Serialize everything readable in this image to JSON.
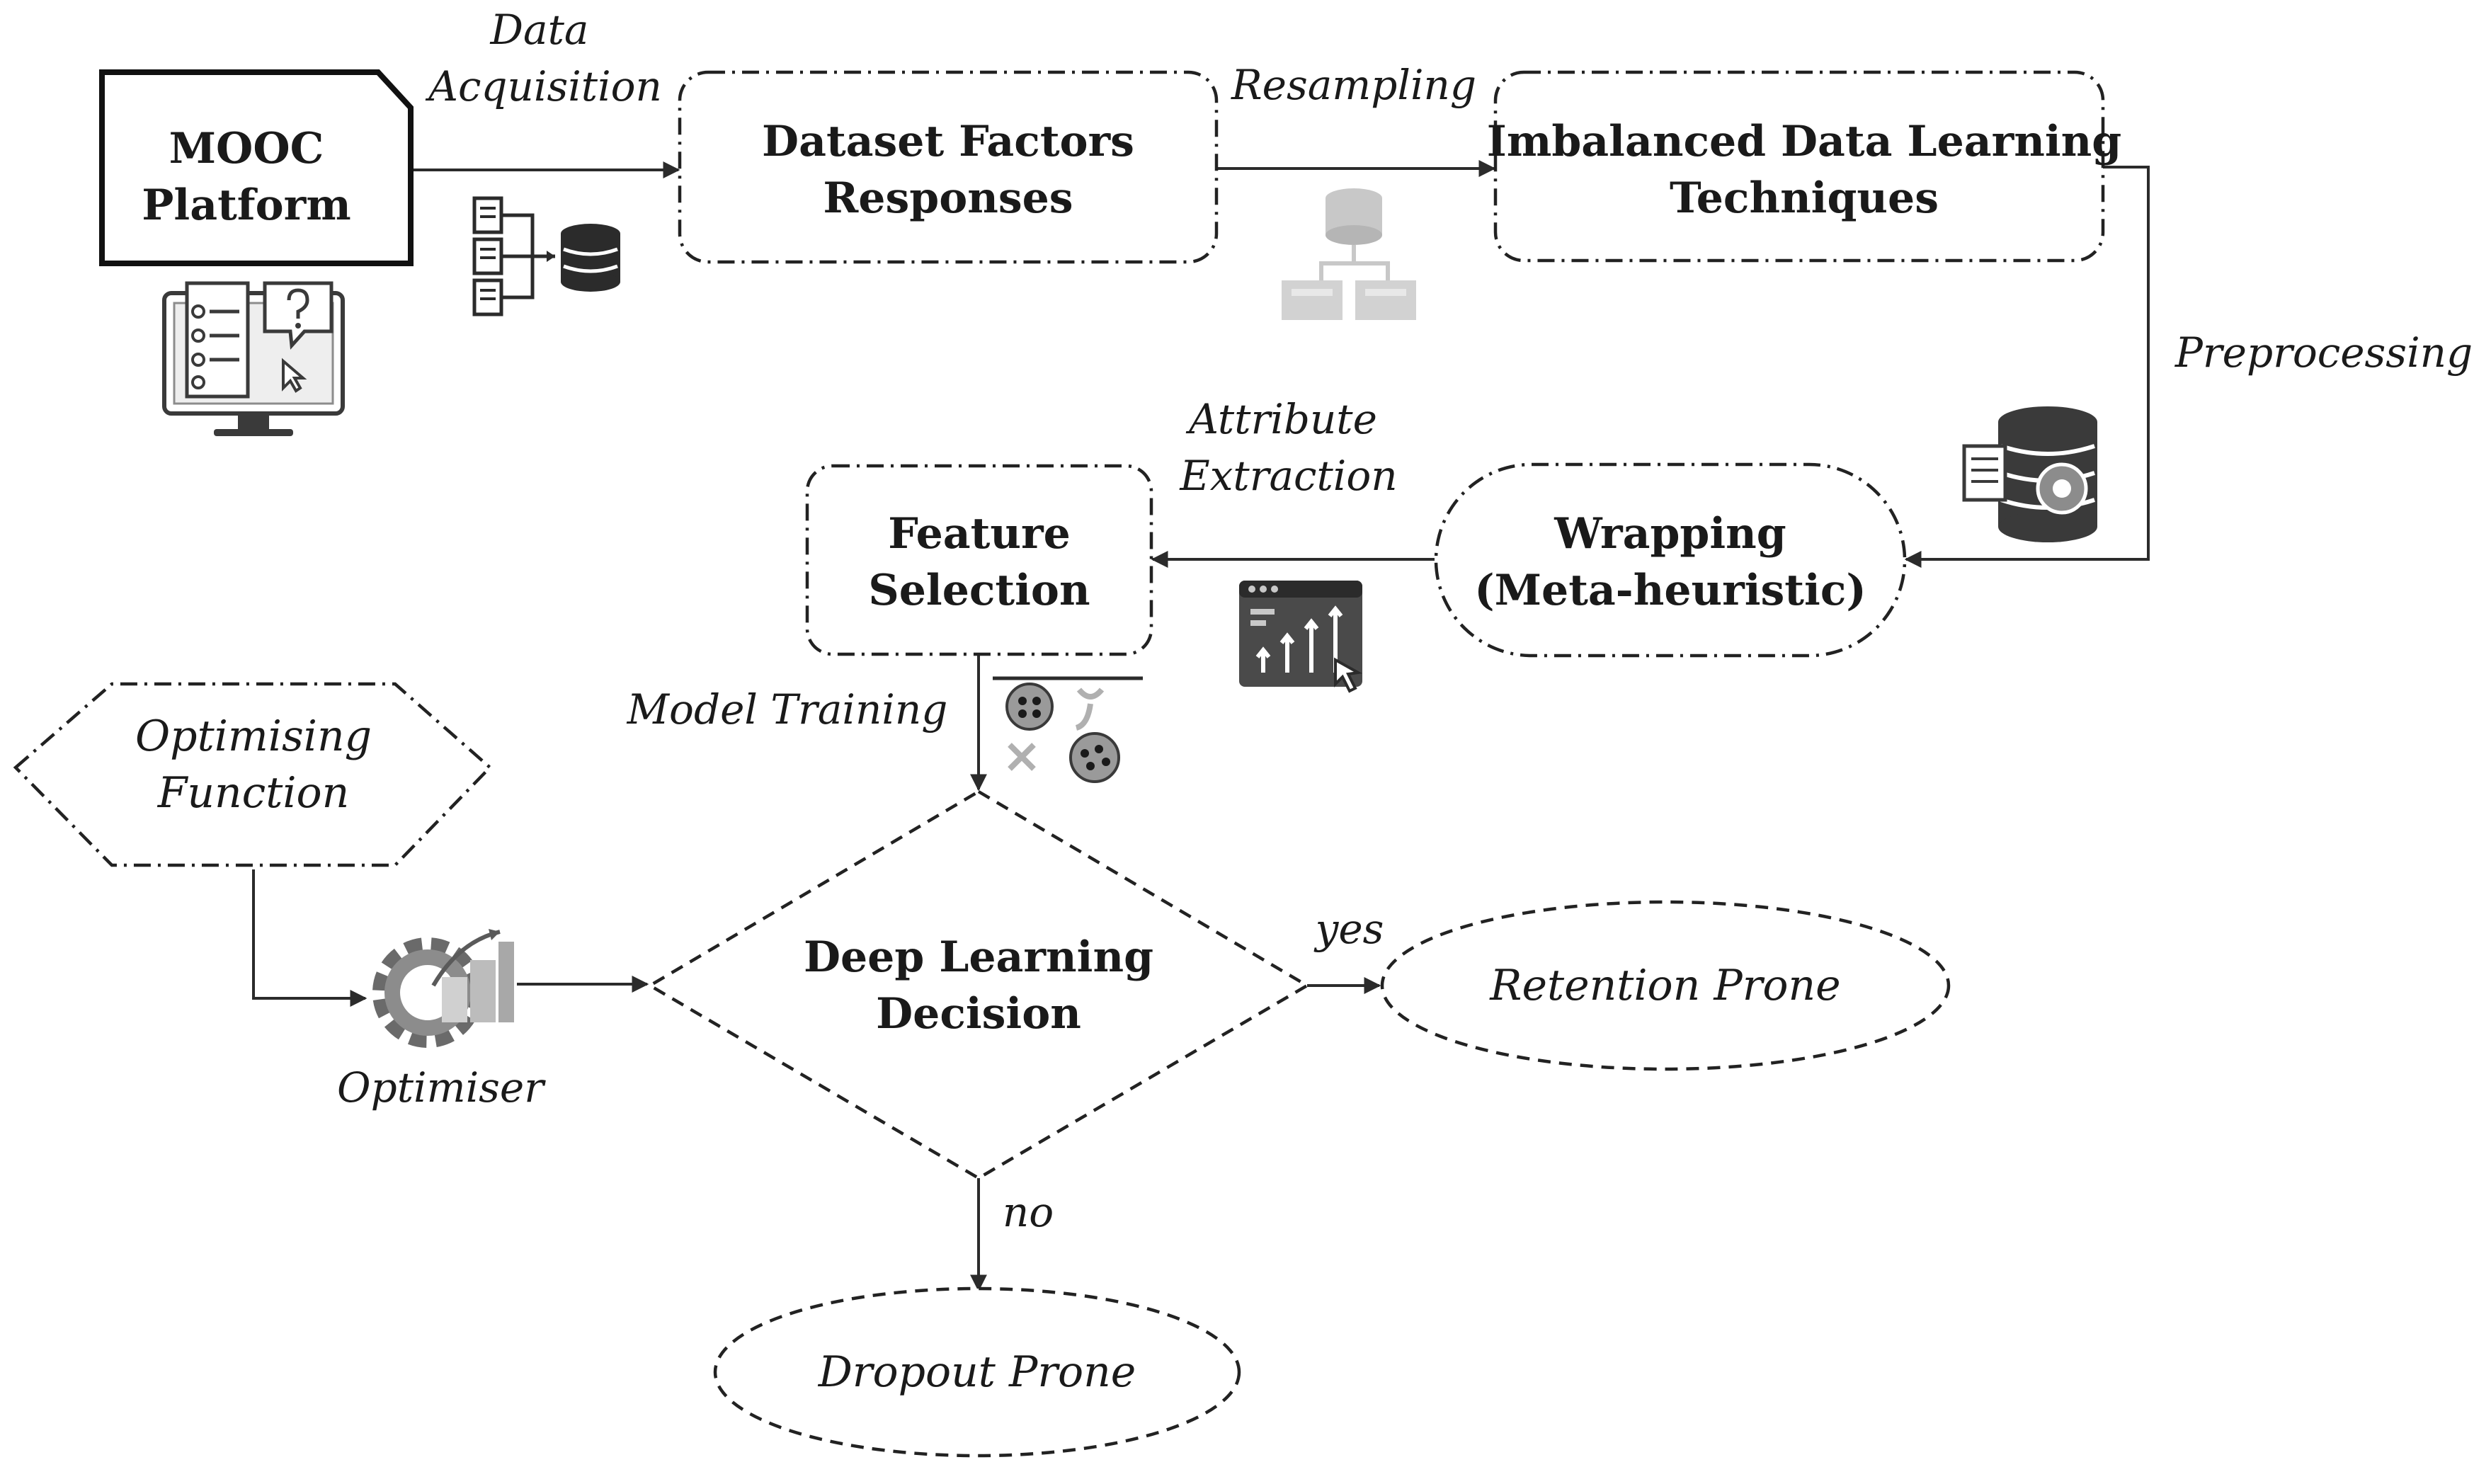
{
  "nodes": {
    "mooc": [
      "MOOC",
      "Platform"
    ],
    "dataset": [
      "Dataset Factors",
      "Responses"
    ],
    "imbalanced": [
      "Imbalanced Data Learning",
      "Techniques"
    ],
    "wrapping": [
      "Wrapping",
      "(Meta-heuristic)"
    ],
    "feature": [
      "Feature",
      "Selection"
    ],
    "optimising": [
      "Optimising",
      "Function"
    ],
    "decision": [
      "Deep Learning",
      "Decision"
    ],
    "retention": "Retention Prone",
    "dropout": "Dropout Prone"
  },
  "edge_labels": {
    "data_acquisition": [
      "Data",
      "Acquisition"
    ],
    "resampling": "Resampling",
    "preprocessing": "Preprocessing",
    "attribute_extraction": [
      "Attribute",
      "Extraction"
    ],
    "model_training": "Model Training",
    "optimiser": "Optimiser",
    "yes": "yes",
    "no": "no"
  },
  "icons": {
    "mooc": "monitor-quiz-icon",
    "data_acquisition": "documents-to-database-icon",
    "resampling": "database-hierarchy-icon",
    "preprocessing": "database-gear-icon",
    "attribute_extraction": "analytics-chart-icon",
    "model_training": "clustering-icon",
    "optimiser": "gear-optimiser-icon"
  },
  "colors": {
    "line": "#2b2b2b",
    "icon_dark": "#3a3a3a",
    "icon_mid": "#8c8c8c",
    "icon_light": "#c8c8c8"
  }
}
